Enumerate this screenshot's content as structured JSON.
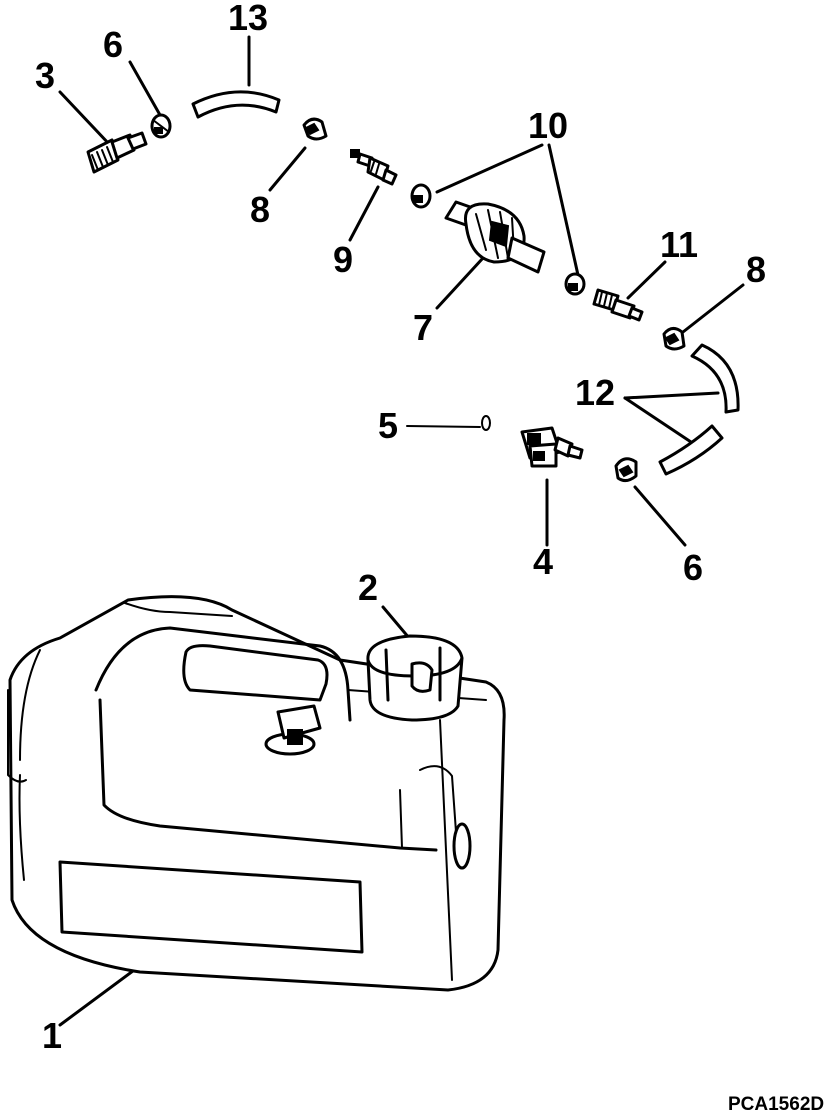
{
  "diagram": {
    "callouts": {
      "c1": "1",
      "c2": "2",
      "c3": "3",
      "c4": "4",
      "c5": "5",
      "c6a": "6",
      "c6b": "6",
      "c7": "7",
      "c8a": "8",
      "c8b": "8",
      "c9": "9",
      "c10": "10",
      "c11": "11",
      "c12": "12",
      "c13": "13"
    },
    "figure_code": "PCA1562D"
  }
}
